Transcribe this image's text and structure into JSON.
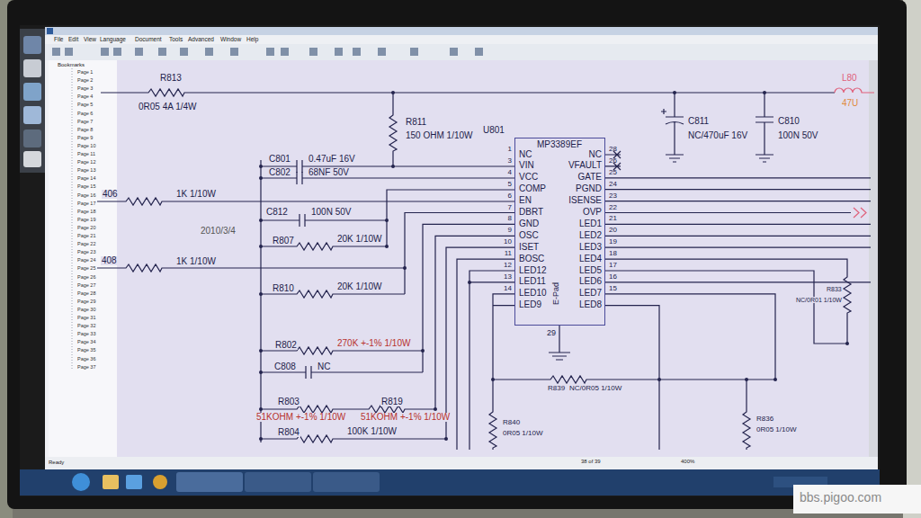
{
  "diagram": {
    "nodes": [
      {
        "text": [
          "U801",
          "MP3389EF"
        ]
      }
    ],
    "labels": [
      "File",
      "Edit",
      "View",
      "Language",
      "Document",
      "Tools",
      "Advanced",
      "Window",
      "Help",
      "Bookmarks",
      "Page 1",
      "Page 2",
      "Page 3",
      "Page 4",
      "Page 5",
      "Page 6",
      "Page 7",
      "Page 8",
      "Page 9",
      "Page 10",
      "Page 11",
      "Page 12",
      "Page 13",
      "Page 14",
      "Page 15",
      "Page 16",
      "Page 17",
      "Page 18",
      "Page 19",
      "Page 20",
      "Page 21",
      "Page 22",
      "Page 23",
      "Page 24",
      "Page 25",
      "Page 26",
      "Page 27",
      "Page 28",
      "Page 29",
      "Page 30",
      "Page 31",
      "Page 32",
      "Page 33",
      "Page 34",
      "Page 35",
      "Page 36",
      "Page 37",
      "R813",
      "0R05 4A 1/4W",
      "R811",
      "150 OHM 1/10W",
      "C811",
      "NC/470uF 16V",
      "C810",
      "100N 50V",
      "L80",
      "47U",
      "C801",
      "0.47uF 16V",
      "C802",
      "68NF 50V",
      "406",
      "1K 1/10W",
      "C812",
      "100N 50V",
      "2010/3/4",
      "R807",
      "20K 1/10W",
      "408",
      "1K 1/10W",
      "R810",
      "20K 1/10W",
      "R802",
      "270K +-1% 1/10W",
      "C808",
      "NC",
      "R803",
      "R819",
      "51KOHM +-1% 1/10W",
      "51KOHM +-1% 1/10W",
      "R804",
      "100K 1/10W",
      "R839",
      "NC/0R05 1/10W",
      "R840",
      "0R05 1/10W",
      "R836",
      "0R05 1/10W",
      "R833",
      "NC/0R01 1/10W",
      "NC",
      "VIN",
      "VCC",
      "COMP",
      "EN",
      "DBRT",
      "GND",
      "OSC",
      "ISET",
      "BOSC",
      "LED12",
      "LED11",
      "LED10",
      "LED9",
      "NC",
      "VFAULT",
      "GATE",
      "PGND",
      "ISENSE",
      "OVP",
      "LED1",
      "LED2",
      "LED3",
      "LED4",
      "LED5",
      "LED6",
      "LED7",
      "LED8",
      "1",
      "3",
      "4",
      "5",
      "6",
      "7",
      "8",
      "9",
      "10",
      "11",
      "12",
      "13",
      "14",
      "28",
      "26",
      "25",
      "24",
      "23",
      "22",
      "21",
      "20",
      "19",
      "18",
      "17",
      "16",
      "15",
      "E-Pad",
      "29",
      "Ready",
      "38 of 39",
      "400%",
      "bbs.pigoo.com"
    ]
  }
}
